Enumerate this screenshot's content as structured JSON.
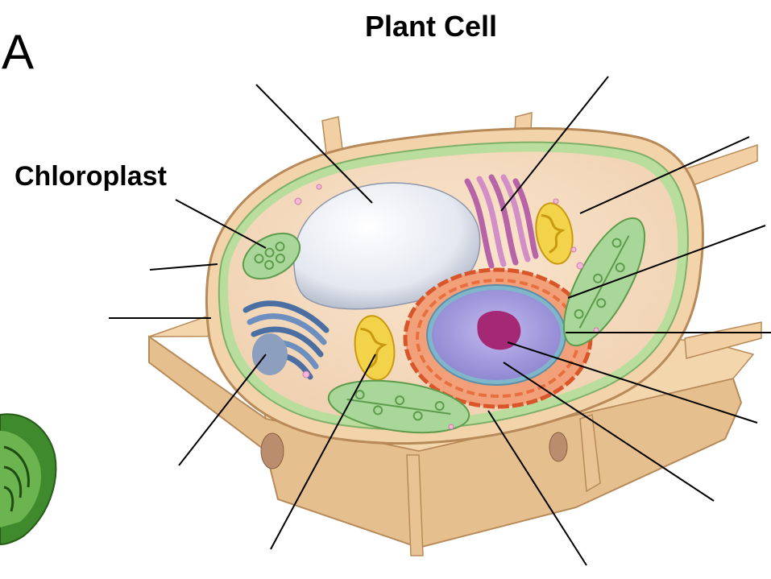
{
  "title": "Plant Cell",
  "panel_letter": "A",
  "labels": {
    "chloroplast": "Chloroplast"
  },
  "icons": {
    "inset": "chloroplast-inset-icon"
  },
  "colors": {
    "wall": "#f2d3a8",
    "wall_dark": "#d9b07c",
    "cytoplasm": "#f7dcc0",
    "vacuole": "#e8ecf3",
    "chloroplast": "#a9d79a",
    "mitochondrion": "#f3d34a",
    "golgi_blue": "#6d8fbf",
    "golgi_purple": "#c07ab8",
    "er": "#e86a3a",
    "nucleus": "#a99fe0",
    "nucleolus": "#b0307a",
    "leader": "#000000"
  }
}
